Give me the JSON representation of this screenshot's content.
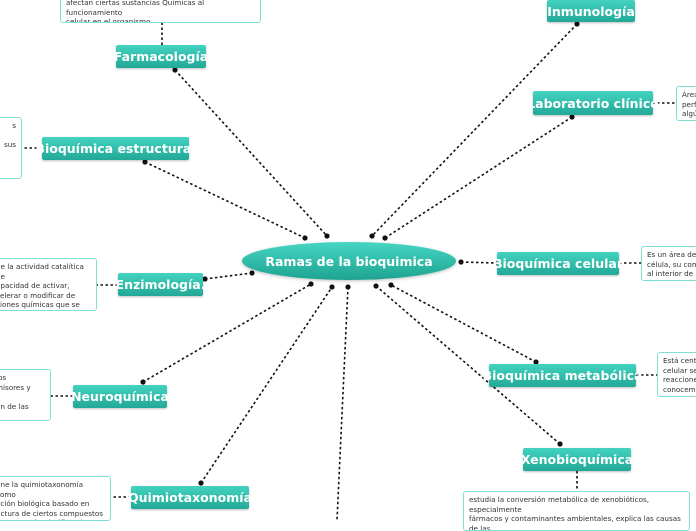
{
  "central": {
    "label": "Ramas de la bioquimica"
  },
  "nodes": {
    "farmacologia": "Farmacología",
    "inmunologia": "Inmunología",
    "laboratorio": "Laboratorio clínico",
    "estructural": "Bioquímica estructural",
    "enzimologia": "Enzimología.",
    "celular": "Bioquímica celular",
    "neuroquimica": "Neuroquímica",
    "metabolica": "Bioquímica metabólica",
    "xenobioquimica": "Xenobioquímica",
    "quimiotaxonomia": "Quimiotaxonomía"
  },
  "notes": {
    "farmacologia": "afectan ciertas sustancias Químicas al funcionamiento\ncelular en el organismo.",
    "laboratorio": "Área\nperfi\nalgún",
    "estructural": "s\n\nsus",
    "enzimologia": "de la actividad catalítica de\napacidad de activar,\ncelerar o modificar de\nciones químicas que se dan\nente.",
    "celular": "Es un área de la\ncélula, su comp\nal interior de la",
    "neuroquimica": "los\nmisores y\n\nón de las",
    "metabolica": "Está centra\ncelular se c\nreacciones\nconocem",
    "xenobioquimica": "estudia la conversión metabólica de xenobióticos, especialmente\nfármacos y contaminantes ambientales, explica las causas de las\nconsecuencias farmacológicas y toxicológicas de la presencia de",
    "quimiotaxonomia": "fine la quimiotaxonomía como\nación biológica basado en\nuctura de ciertos compuestos\nque se están clasificando."
  }
}
